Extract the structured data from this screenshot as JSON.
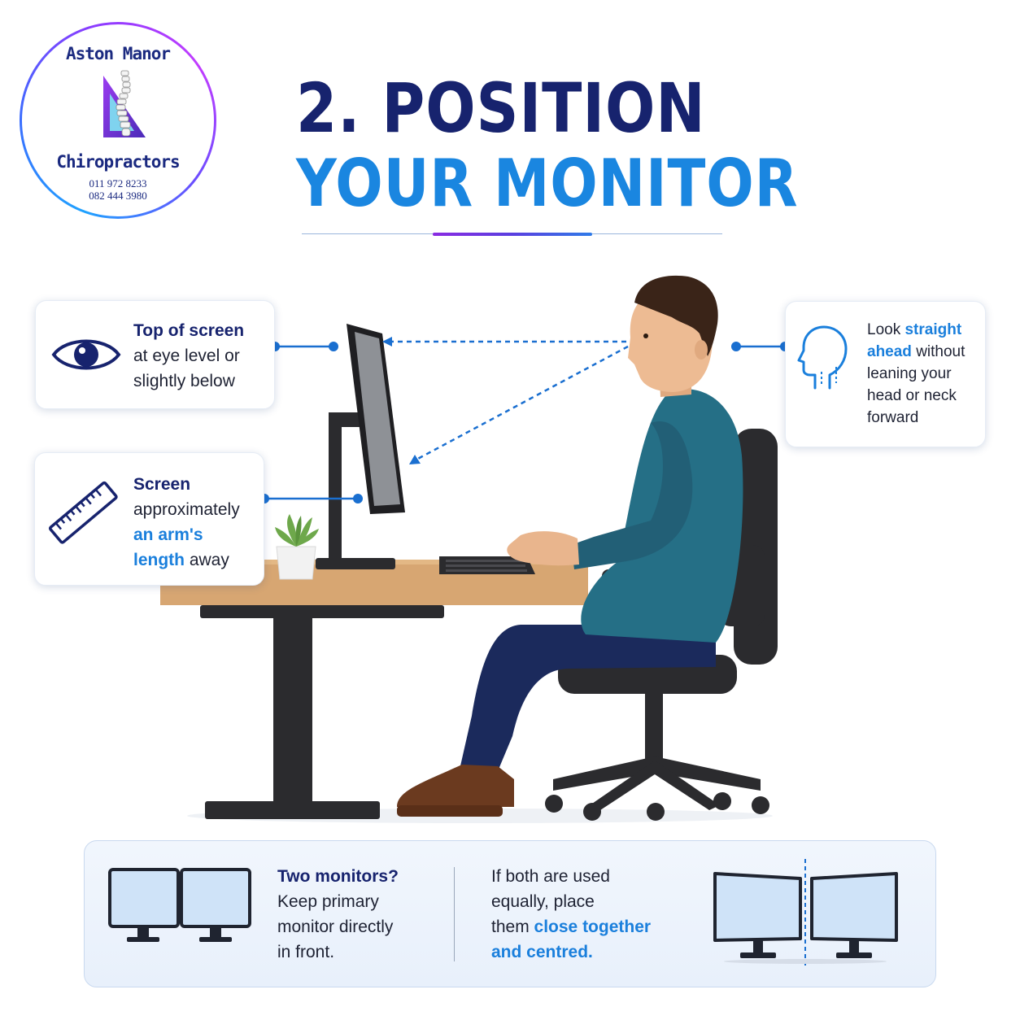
{
  "logo": {
    "name_top": "Aston Manor",
    "name_bottom": "Chiropractors",
    "phone_1": "011 972 8233",
    "phone_2": "082 444 3980"
  },
  "title": {
    "line1": "2. POSITION",
    "line2": "YOUR MONITOR"
  },
  "callouts": {
    "eye": {
      "icon": "eye-icon",
      "bold": "Top of screen",
      "rest_1": "at eye level or",
      "rest_2": "slightly below"
    },
    "distance": {
      "icon": "ruler-icon",
      "line1": "Screen",
      "line2": "approximately",
      "highlight_1": "an arm's",
      "highlight_2": "length",
      "tail": " away"
    },
    "gaze": {
      "icon": "head-profile-icon",
      "lead": "Look ",
      "highlight_1": "straight",
      "highlight_2": "ahead",
      "tail": " without",
      "line3": "leaning your",
      "line4": "head or neck",
      "line5": "forward"
    }
  },
  "tips": {
    "primary": {
      "icon": "two-monitors-icon",
      "heading": "Two monitors?",
      "line1": "Keep primary",
      "line2": "monitor directly",
      "line3": "in front."
    },
    "equal": {
      "icon": "centered-monitors-icon",
      "line1": "If both are used",
      "line2": "equally, place",
      "line3_lead": "them ",
      "highlight_1": "close together",
      "highlight_2": "and centred."
    }
  },
  "colors": {
    "navy": "#17236e",
    "blue": "#1a86e0",
    "shirt": "#256f86",
    "desk": "#d7a672"
  }
}
